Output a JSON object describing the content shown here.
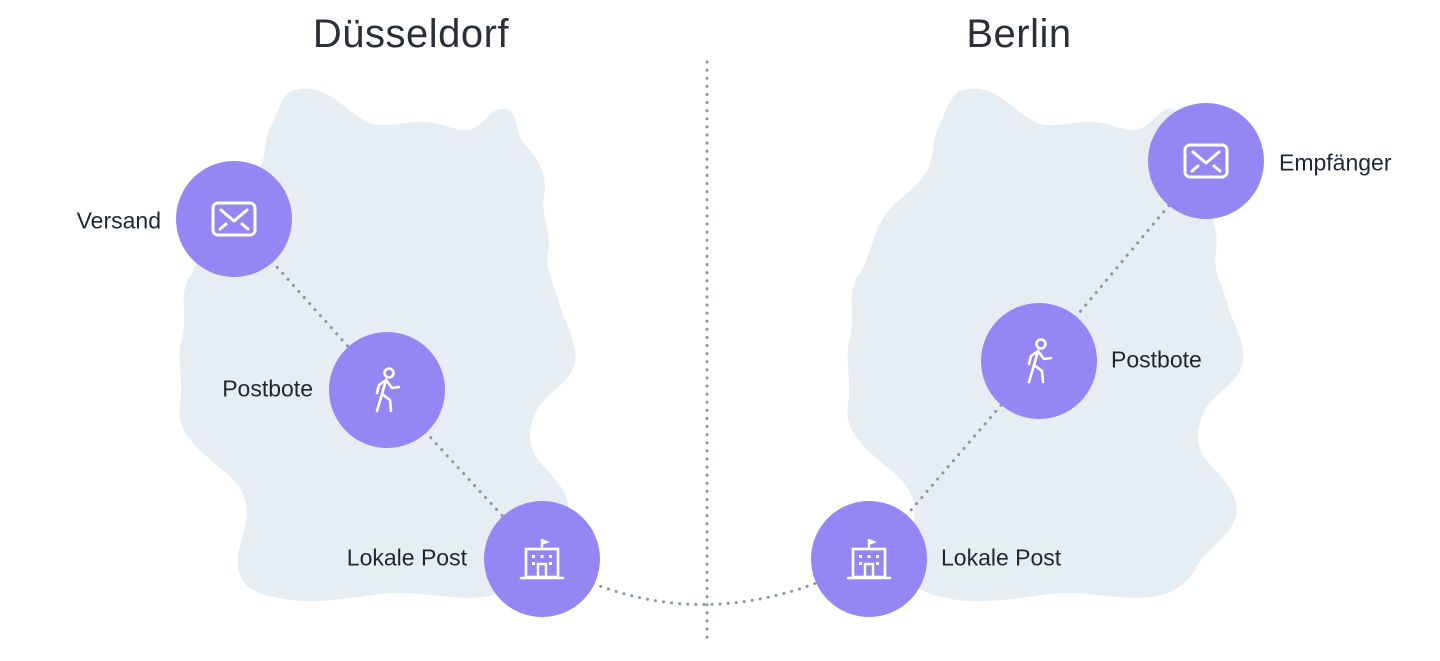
{
  "left": {
    "city": "Düsseldorf",
    "nodes": [
      {
        "label": "Versand",
        "icon": "envelope-icon"
      },
      {
        "label": "Postbote",
        "icon": "walking-person-icon"
      },
      {
        "label": "Lokale Post",
        "icon": "post-office-building-icon"
      }
    ]
  },
  "right": {
    "city": "Berlin",
    "nodes": [
      {
        "label": "Empfänger",
        "icon": "envelope-icon"
      },
      {
        "label": "Postbote",
        "icon": "walking-person-icon"
      },
      {
        "label": "Lokale Post",
        "icon": "post-office-building-icon"
      }
    ]
  },
  "colors": {
    "node_fill": "#9587f3",
    "map_fill": "#e6eef3",
    "dotted_line": "#8a96a6",
    "icon_stroke": "#ffffff"
  }
}
